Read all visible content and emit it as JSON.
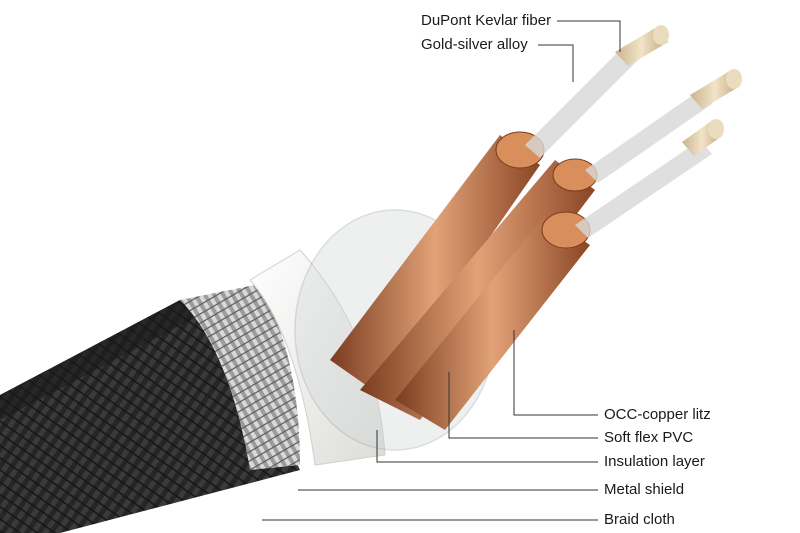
{
  "labels": {
    "kevlar": "DuPont Kevlar fiber",
    "alloy": "Gold-silver alloy",
    "occ": "OCC-copper litz",
    "pvc": "Soft flex PVC",
    "insulation": "Insulation layer",
    "shield": "Metal shield",
    "braid": "Braid cloth"
  },
  "colors": {
    "braid": "#2b2b2b",
    "shield": "#b9b9b9",
    "insulation": "#f4f4f2",
    "copper": "#b8693f",
    "copper_light": "#e2a277",
    "fiber": "#e3cfae",
    "leader": "#333333"
  }
}
